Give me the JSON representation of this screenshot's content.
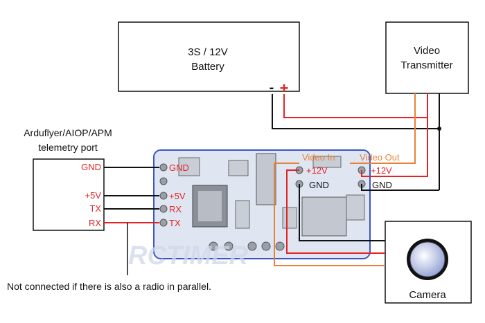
{
  "battery": {
    "line1": "3S / 12V",
    "line2": "Battery",
    "minus": "-",
    "plus": "+"
  },
  "vtx": {
    "line1": "Video",
    "line2": "Transmitter"
  },
  "camera": {
    "label": "Camera"
  },
  "port": {
    "title1": "Arduflyer/AIOP/APM",
    "title2": "telemetry port",
    "gnd": "GND",
    "v5": "+5V",
    "tx": "TX",
    "rx": "RX"
  },
  "board": {
    "gnd": "GND",
    "v5": "+5V",
    "rx": "RX",
    "tx": "TX",
    "video_in": "Video In",
    "video_out": "Video Out",
    "in_12v": "+12V",
    "out_12v": "+12V",
    "in_gnd": "GND",
    "out_gnd": "GND",
    "watermark": "RCTIMER"
  },
  "note": "Not connected if there is also a radio in parallel.",
  "colors": {
    "red": "#e32424",
    "orange": "#e8823a",
    "black": "#111111",
    "board": "#dfe6f2",
    "board_border": "#3b55c6"
  }
}
